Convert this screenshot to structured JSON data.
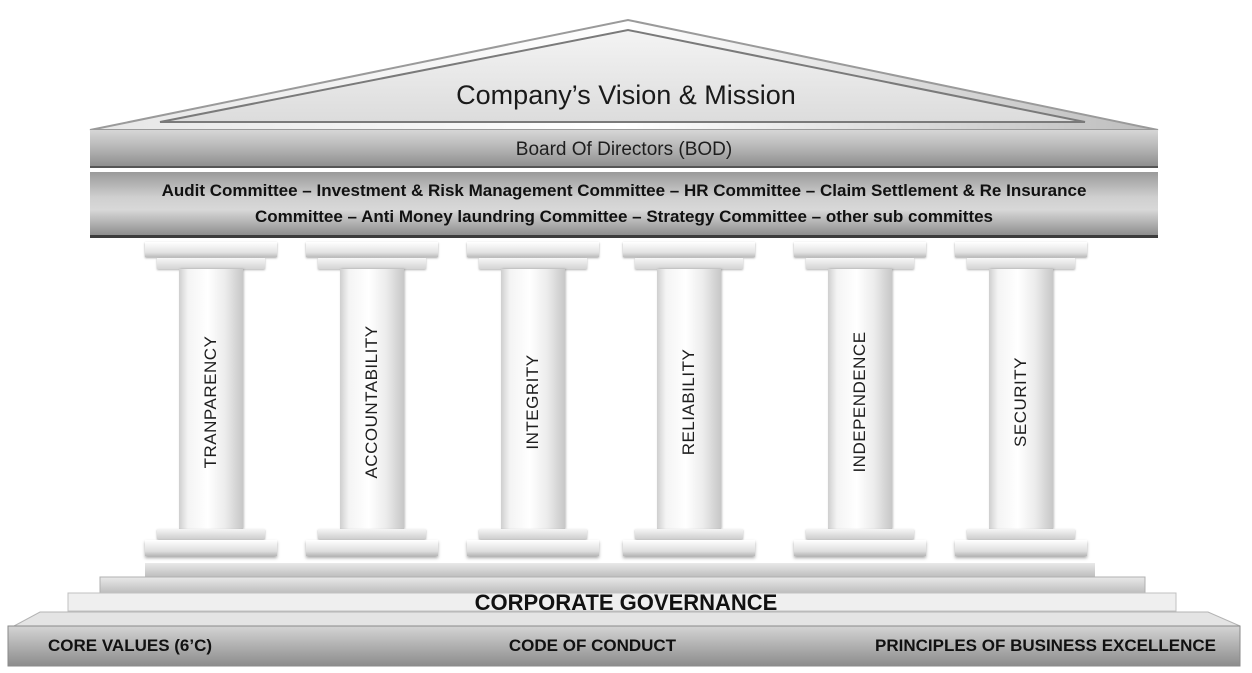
{
  "roof": {
    "title": "Company’s Vision & Mission"
  },
  "board": {
    "label": "Board Of Directors (BOD)"
  },
  "committees": {
    "line1": "Audit Committee – Investment  & Risk Management Committee – HR Committee – Claim Settlement & Re Insurance",
    "line2": "Committee – Anti Money laundring Committee – Strategy Committee – other sub committes"
  },
  "pillars": [
    {
      "label": "TRANPARENCY"
    },
    {
      "label": "ACCOUNTABILITY"
    },
    {
      "label": "INTEGRITY"
    },
    {
      "label": "RELIABILITY"
    },
    {
      "label": "INDEPENDENCE"
    },
    {
      "label": "SECURITY"
    }
  ],
  "steps": {
    "label": "CORPORATE GOVERNANCE"
  },
  "foundation": {
    "left": "CORE VALUES (6’C)",
    "center": "CODE OF CONDUCT",
    "right": "PRINCIPLES OF BUSINESS EXCELLENCE"
  },
  "colors": {
    "stone_light": "#ffffff",
    "stone_mid": "#c8c8c8",
    "stone_dark": "#7a7a7a",
    "text": "#111111"
  }
}
